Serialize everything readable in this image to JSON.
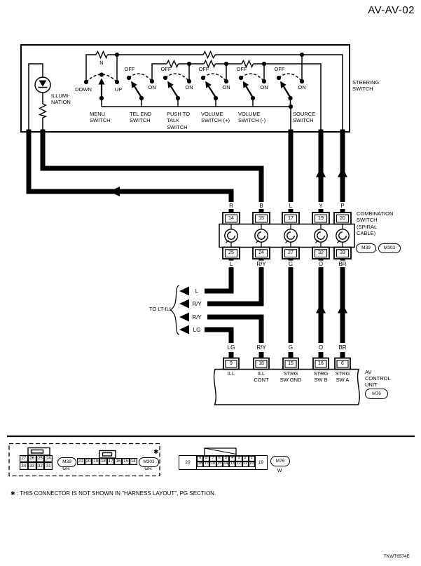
{
  "page": {
    "title": "AV-AV-02",
    "doc_code": "TKWT6574E",
    "footnote": "✱ : THIS CONNECTOR IS NOT SHOWN IN \"HARNESS LAYOUT\", PG SECTION."
  },
  "steering_switch": {
    "name": "STEERING\nSWITCH",
    "illumination": "ILLUMI-\nNATION",
    "menu": {
      "n": "N",
      "down": "DOWN",
      "up": "UP",
      "name": "MENU\nSWITCH"
    },
    "toggles": [
      {
        "off": "OFF",
        "on": "ON",
        "name": "TEL END\nSWITCH"
      },
      {
        "off": "OFF",
        "on": "ON",
        "name": "PUSH TO\nTALK\nSWITCH"
      },
      {
        "off": "OFF",
        "on": "ON",
        "name": "VOLUME\nSWITCH (+)"
      },
      {
        "off": "OFF",
        "on": "ON",
        "name": "VOLUME\nSWITCH (-)"
      },
      {
        "off": "OFF",
        "on": "ON",
        "name": "SOURCE\nSWITCH"
      }
    ],
    "terminals": [
      "R",
      "B",
      "L",
      "Y",
      "P"
    ]
  },
  "harness": {
    "upper_colors": [
      "R",
      "B",
      "L",
      "Y",
      "P"
    ],
    "lower_colors": [
      "L",
      "R/Y",
      "G",
      "O",
      "BR"
    ],
    "av_colors": [
      "LG",
      "R/Y",
      "G",
      "O",
      "BR"
    ]
  },
  "combination_switch": {
    "name": "COMBINATION\nSWITCH\n(SPIRAL\n CABLE)",
    "connector_ids": [
      "M39",
      "M303"
    ],
    "separator": ",",
    "top_pins": [
      "14",
      "15",
      "17",
      "19",
      "20"
    ],
    "bottom_pins": [
      "25",
      "24",
      "27",
      "32",
      "33"
    ]
  },
  "to_lt_ill": {
    "label": "TO LT-ILL",
    "wires": [
      "L",
      "R/Y",
      "R/Y",
      "LG"
    ]
  },
  "av_control_unit": {
    "name": "AV\nCONTROL\nUNIT",
    "connector_id": "M76",
    "pins": [
      "9",
      "18",
      "15",
      "16",
      "6"
    ],
    "pin_names": [
      "ILL",
      "ILL\nCONT",
      "STRG\nSW GND",
      "STRG\nSW B",
      "STRG\nSW A"
    ]
  },
  "connector_views": {
    "m39": {
      "id": "M39",
      "color": "GR",
      "rows": [
        [
          "27",
          "26",
          "25",
          "24"
        ],
        [
          "34",
          "33",
          "32",
          "31"
        ]
      ]
    },
    "m303": {
      "id": "M303",
      "color": "GR",
      "star": "✱",
      "pins": [
        "21",
        "20",
        "19",
        "18",
        "17",
        "16",
        "15",
        "14"
      ]
    },
    "m76": {
      "id": "M76",
      "color": "W",
      "left_pin": "20",
      "right_pin": "19",
      "rows": [
        [
          "9",
          "8",
          "7",
          "6",
          "5",
          "4",
          "3",
          "2",
          "1"
        ],
        [
          "18",
          "17",
          "16",
          "15",
          "14",
          "13",
          "12",
          "11",
          "10"
        ]
      ]
    }
  }
}
